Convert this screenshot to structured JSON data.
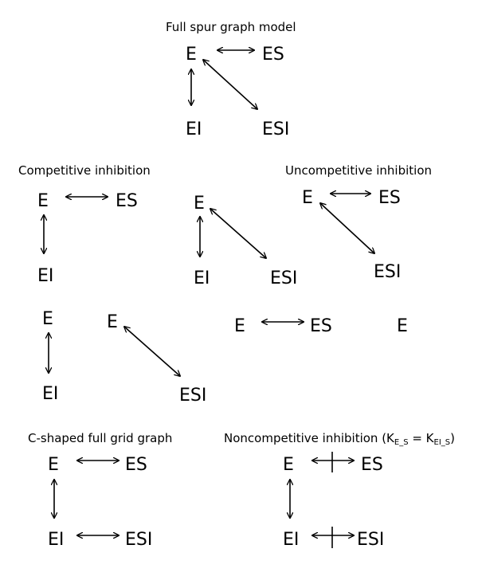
{
  "titles": {
    "full_spur": "Full spur graph model",
    "competitive": "Competitive inhibition",
    "uncompetitive": "Uncompetitive inhibition",
    "c_shaped": "C-shaped full grid graph",
    "noncompetitive_prefix": "Noncompetitive inhibition (K",
    "noncompetitive_sub1": "E_S",
    "noncompetitive_eq": " = K",
    "noncompetitive_sub2": "EI_S",
    "noncompetitive_suffix": ")"
  },
  "labels": {
    "E": "E",
    "ES": "ES",
    "EI": "EI",
    "ESI": "ESI"
  },
  "colors": {
    "stroke": "#000000",
    "background": "#ffffff"
  }
}
